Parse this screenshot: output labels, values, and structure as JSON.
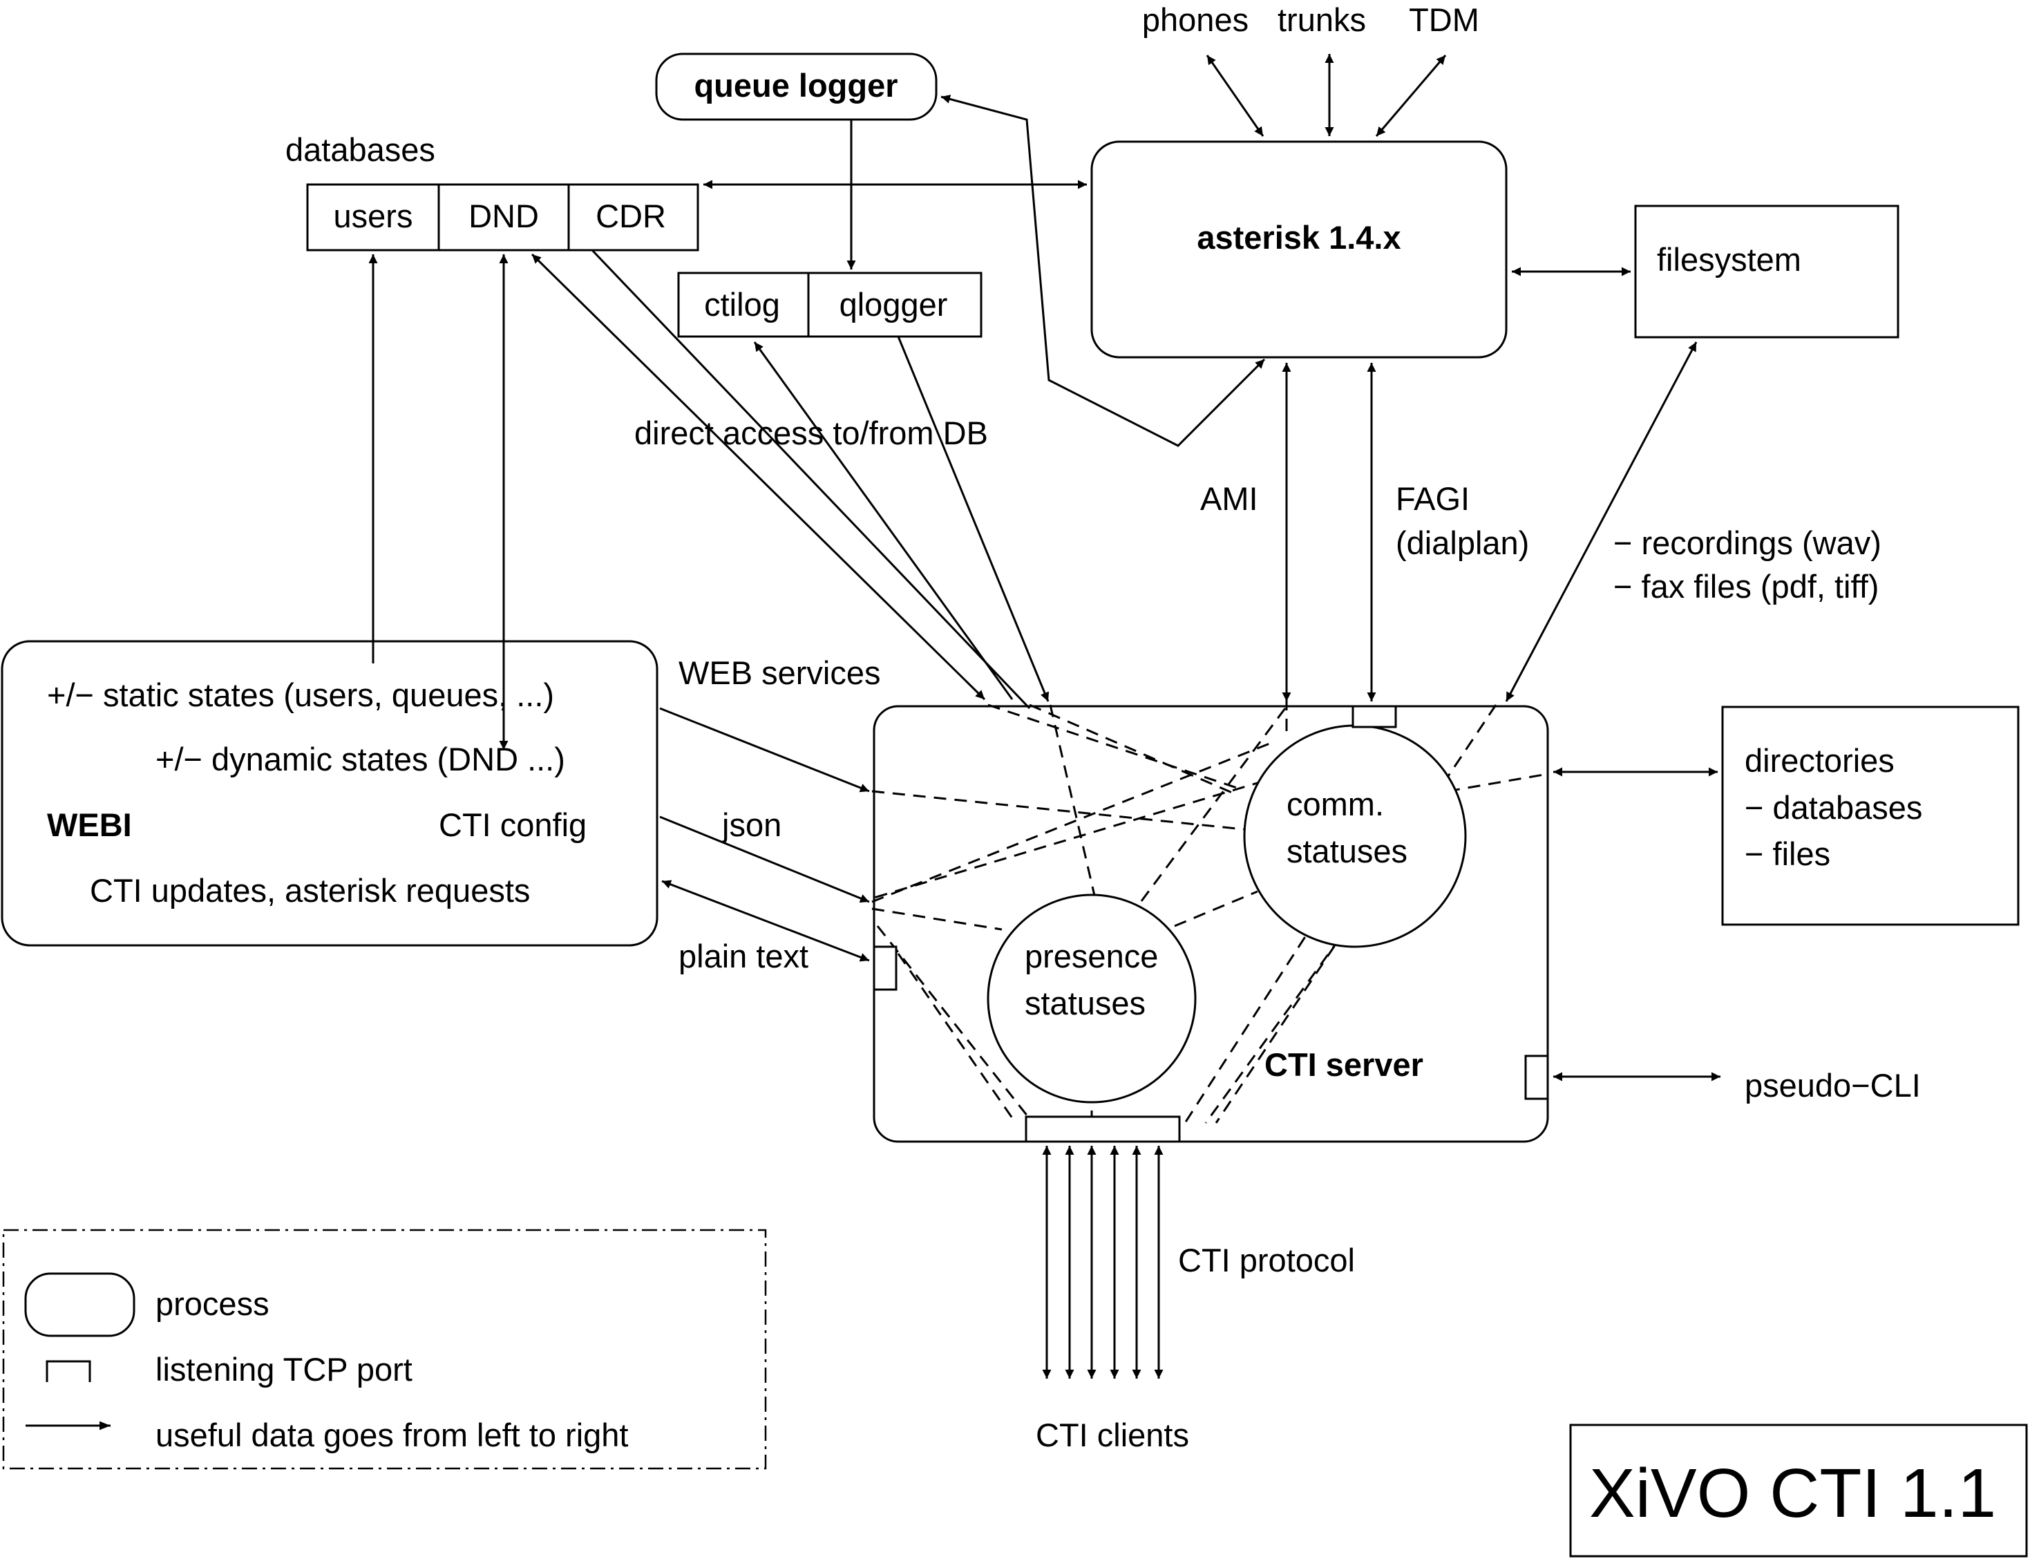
{
  "title": "XiVO CTI 1.1",
  "external": {
    "phones": "phones",
    "trunks": "trunks",
    "tdm": "TDM",
    "cti_clients": "CTI clients",
    "pseudo_cli": "pseudo−CLI"
  },
  "processes": {
    "queue_logger": "queue logger",
    "asterisk": "asterisk 1.4.x",
    "cti_server": "CTI server"
  },
  "databases": {
    "label": "databases",
    "cells": [
      "users",
      "DND",
      "CDR"
    ]
  },
  "logs": {
    "cells": [
      "ctilog",
      "qlogger"
    ]
  },
  "filesystem": {
    "label": "filesystem"
  },
  "directories": {
    "lines": [
      "directories",
      "− databases",
      "− files"
    ]
  },
  "webi": {
    "name": "WEBI",
    "lines": [
      "+/− static states (users, queues, ...)",
      "+/− dynamic states (DND ...)",
      "CTI config",
      "CTI updates, asterisk requests"
    ]
  },
  "statuses": {
    "comm": [
      "comm.",
      "statuses"
    ],
    "presence": [
      "presence",
      "statuses"
    ]
  },
  "connections": {
    "direct_access": "direct access to/from DB",
    "ami": "AMI",
    "fagi": [
      "FAGI",
      "(dialplan)"
    ],
    "files": [
      "− recordings (wav)",
      "− fax files (pdf, tiff)"
    ],
    "web_services": "WEB services",
    "json": "json",
    "plain_text": "plain text",
    "cti_protocol": "CTI protocol"
  },
  "legend": {
    "process": "process",
    "tcp_port": "listening TCP port",
    "arrow": "useful data goes from left to right"
  }
}
